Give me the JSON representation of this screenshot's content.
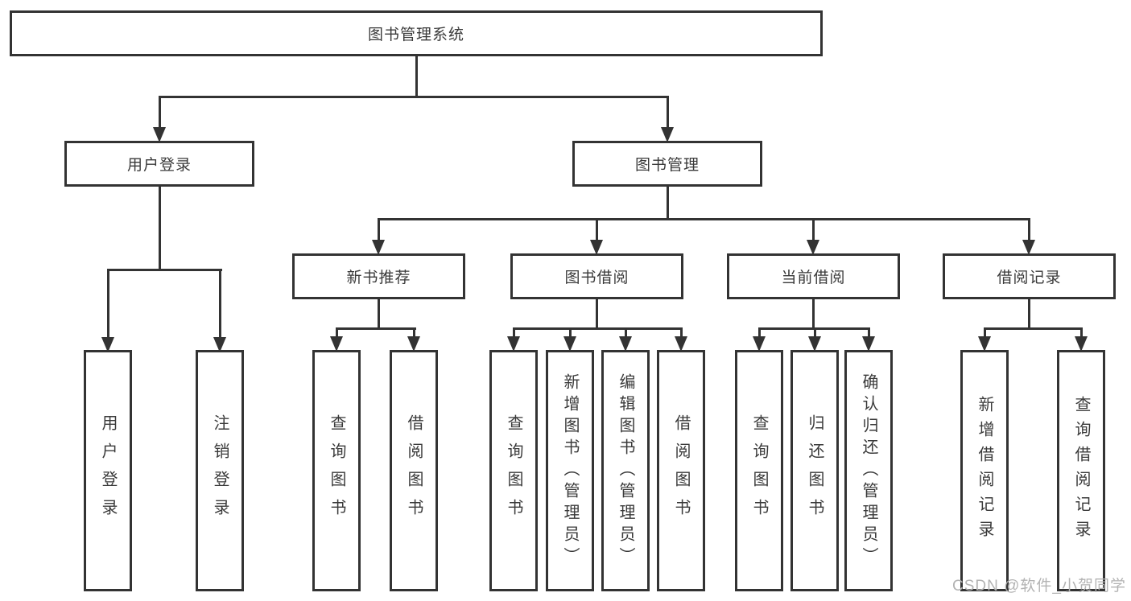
{
  "tree": {
    "root": "图书管理系统",
    "branches": [
      {
        "label": "用户登录",
        "children": [
          "用户登录",
          "注销登录"
        ]
      },
      {
        "label": "图书管理",
        "sections": [
          {
            "label": "新书推荐",
            "children": [
              "查询图书",
              "借阅图书"
            ]
          },
          {
            "label": "图书借阅",
            "children": [
              "查询图书",
              "新增图书（管理员）",
              "编辑图书（管理员）",
              "借阅图书"
            ]
          },
          {
            "label": "当前借阅",
            "children": [
              "查询图书",
              "归还图书",
              "确认归还（管理员）"
            ]
          },
          {
            "label": "借阅记录",
            "children": [
              "新增借阅记录",
              "查询借阅记录"
            ]
          }
        ]
      }
    ]
  },
  "watermark": "CSDN @软件_小贺同学",
  "colors": {
    "line": "#333333",
    "text": "#3a3a3a",
    "watermark": "#b3b3b3",
    "background": "#ffffff"
  }
}
